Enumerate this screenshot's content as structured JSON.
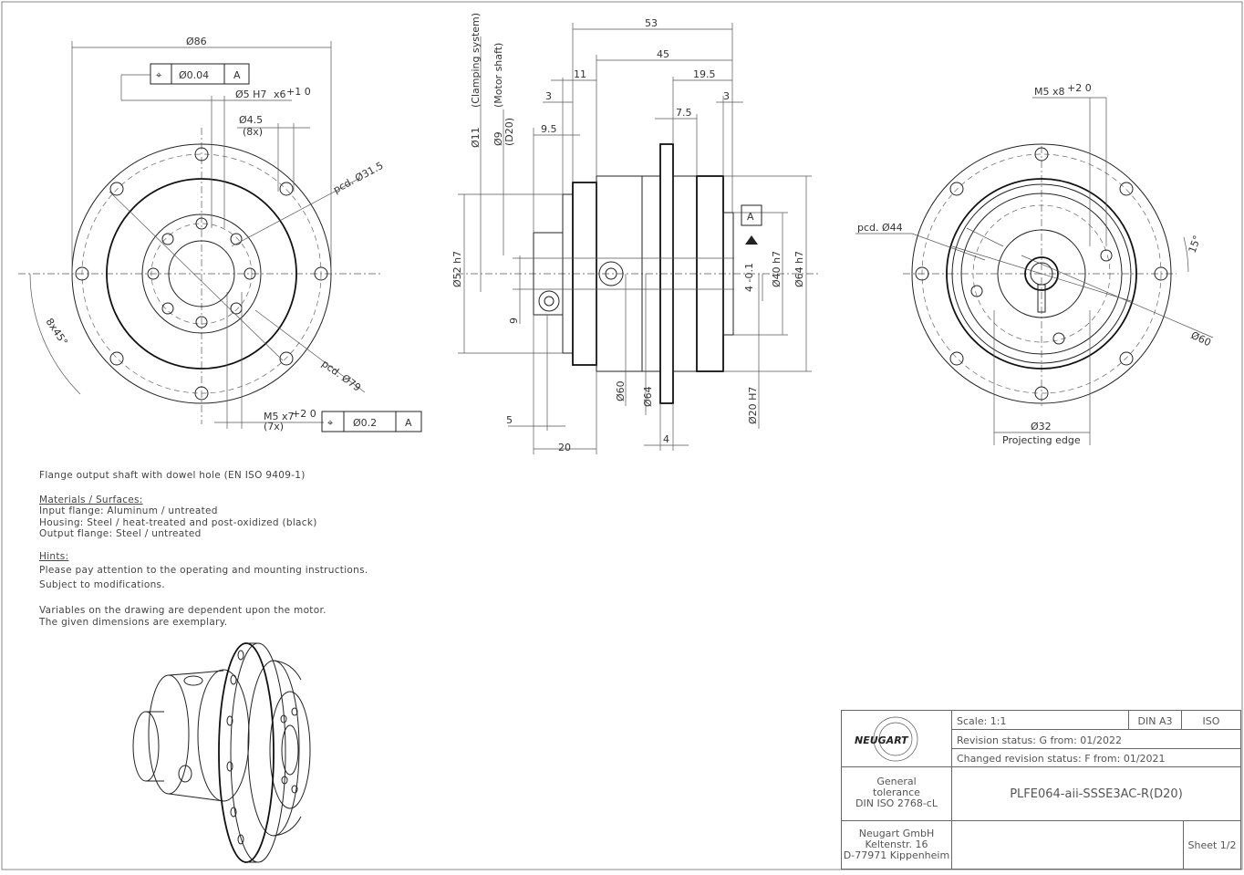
{
  "front_view": {
    "dia_flange": "Ø86",
    "pos_tol_1": "Ø0.04",
    "datum_1": "A",
    "dowel_hole": "Ø5 H7",
    "dowel_depth": "x6",
    "dowel_depth_tol": "+1 0",
    "hole_dia": "Ø4.5",
    "hole_count": "(8x)",
    "pcd_inner": "pcd. Ø31.5",
    "pcd_outer": "pcd. Ø79",
    "angle": "8x45°",
    "thread": "M5 x7",
    "thread_tol": "+2 0",
    "thread_count": "(7x)",
    "pos_tol_2": "Ø0.2",
    "datum_2": "A"
  },
  "side_view": {
    "d53": "53",
    "d45": "45",
    "d11": "11",
    "d19_5": "19.5",
    "d3a": "3",
    "d3b": "3",
    "d7_5": "7.5",
    "d9_5": "9.5",
    "clamping": "(Clamping system)",
    "motor_shaft": "(Motor shaft)",
    "d11_shaft": "Ø11",
    "d9_shaft": "Ø9",
    "d20_paren": "(D20)",
    "d52": "Ø52 h7",
    "d9": "9",
    "datum": "A",
    "d4_tol": "4 -0.1",
    "d40": "Ø40 h7",
    "d64h7": "Ø64 h7",
    "d60": "Ø60",
    "d64": "Ø64",
    "d20h7": "Ø20 H7",
    "d5": "5",
    "d20": "20",
    "d4": "4"
  },
  "rear_view": {
    "thread": "M5 x8",
    "thread_tol": "+2 0",
    "pcd": "pcd. Ø44",
    "angle": "15°",
    "d60": "Ø60",
    "d32": "Ø32",
    "projecting_edge": "Projecting edge"
  },
  "notes": {
    "title": "Flange output shaft with dowel hole (EN ISO 9409-1)",
    "materials_heading": "Materials / Surfaces:",
    "materials": [
      "Input flange: Aluminum / untreated",
      "Housing: Steel / heat-treated and post-oxidized (black)",
      "Output flange: Steel / untreated"
    ],
    "hints_heading": "Hints:",
    "hints": [
      "Please pay attention to the operating and mounting instructions.",
      "Subject to modifications."
    ],
    "variables": [
      "Variables on the drawing are dependent upon the motor.",
      "The given dimensions are exemplary."
    ]
  },
  "title_block": {
    "logo": "NEUGART",
    "scale": "Scale: 1:1",
    "format": "DIN A3",
    "standard": "ISO",
    "revision": "Revision status: G   from: 01/2022",
    "changed": "Changed revision status: F   from: 01/2021",
    "tolerance_1": "General",
    "tolerance_2": "tolerance",
    "tolerance_3": "DIN ISO 2768-cL",
    "part_number": "PLFE064-aii-SSSE3AC-R(D20)",
    "company_1": "Neugart GmbH",
    "company_2": "Keltenstr. 16",
    "company_3": "D-77971 Kippenheim",
    "sheet": "Sheet 1/2"
  },
  "colors": {
    "line": "#222222",
    "text": "#333333",
    "background": "#ffffff"
  }
}
